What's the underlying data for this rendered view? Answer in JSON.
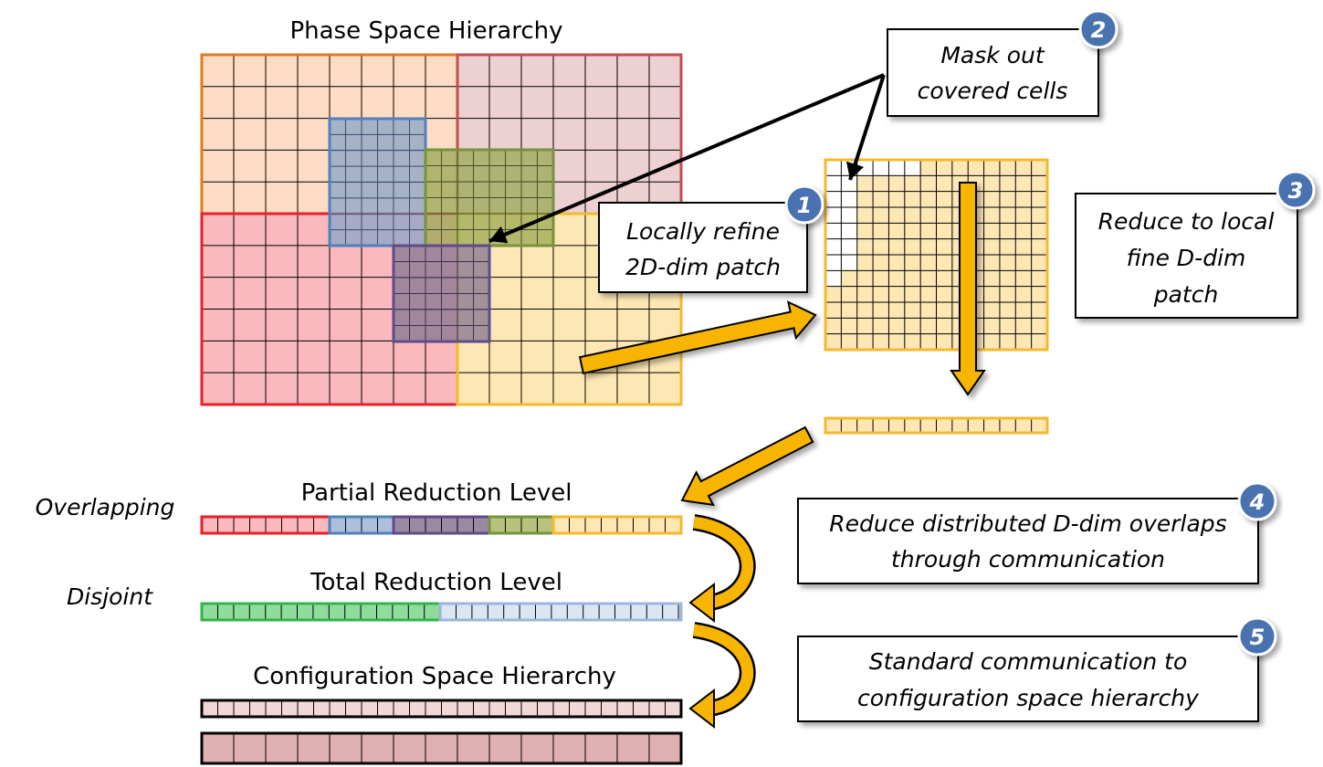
{
  "titles": {
    "phase_space": "Phase Space Hierarchy",
    "partial_reduction": "Partial Reduction Level",
    "total_reduction": "Total Reduction Level",
    "configuration_space": "Configuration Space Hierarchy"
  },
  "side_labels": {
    "overlapping": "Overlapping",
    "disjoint": "Disjoint"
  },
  "steps": [
    {
      "number": "1",
      "lines": [
        "Locally refine",
        "2D-dim patch"
      ]
    },
    {
      "number": "2",
      "lines": [
        "Mask out",
        "covered cells"
      ]
    },
    {
      "number": "3",
      "lines": [
        "Reduce to local",
        "fine D-dim",
        "patch"
      ]
    },
    {
      "number": "4",
      "lines": [
        "Reduce distributed D-dim overlaps",
        "through communication"
      ]
    },
    {
      "number": "5",
      "lines": [
        "Standard communication to",
        "configuration space hierarchy"
      ]
    }
  ],
  "colors": {
    "orange_patch": "#e07b20",
    "dark_red_patch": "#c0504d",
    "red_patch": "#e8202a",
    "yellow_patch": "#f7bf2a",
    "blue_patch": "#4f81bd",
    "green_patch": "#77933c",
    "purple_patch": "#5f4b8b",
    "arrow_fill": "#f7b500",
    "badge": "#4a72b0",
    "reduction_green": "#33b54a",
    "reduction_blue": "#9cb6d8"
  }
}
